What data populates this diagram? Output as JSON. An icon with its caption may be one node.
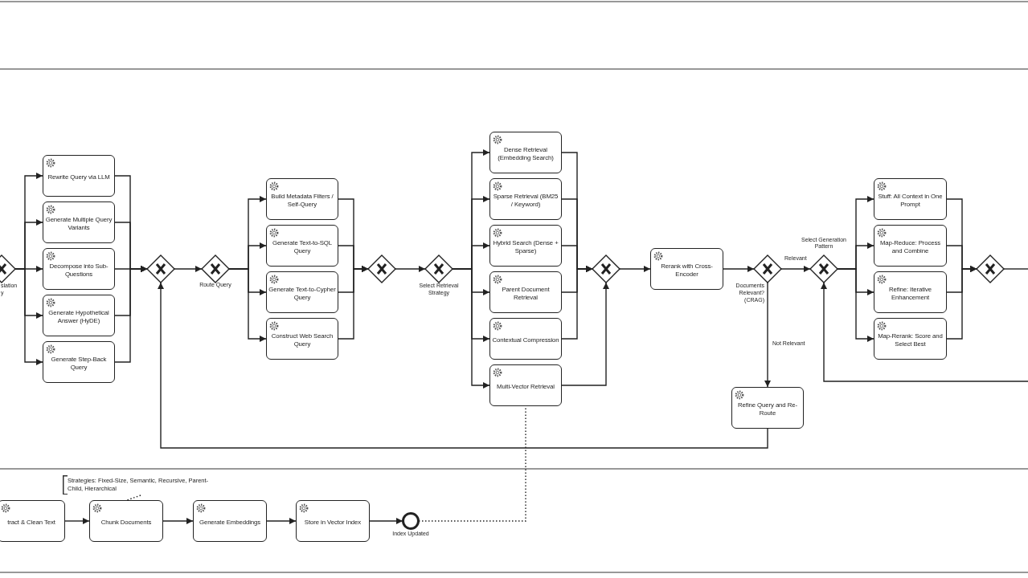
{
  "diagram": {
    "nodes": [
      {
        "text": [],
        "shape": "diamond",
        "beside": [
          "slation y"
        ]
      },
      {
        "text": [
          "Rewrite Query via LLM"
        ]
      },
      {
        "text": [
          "Generate Multiple Query Variants"
        ]
      },
      {
        "text": [
          "Decompose into Sub-Questions"
        ]
      },
      {
        "text": [
          "Generate Hypothetical Answer (HyDE)"
        ]
      },
      {
        "text": [
          "Generate Step-Back Query"
        ]
      },
      {
        "text": [],
        "shape": "diamond"
      },
      {
        "text": [],
        "shape": "diamond",
        "beside": [
          "Route Query"
        ]
      },
      {
        "text": [
          "Build Metadata Filters / Self-Query"
        ]
      },
      {
        "text": [
          "Generate Text-to-SQL Query"
        ]
      },
      {
        "text": [
          "Generate Text-to-Cypher Query"
        ]
      },
      {
        "text": [
          "Construct Web Search Query"
        ]
      },
      {
        "text": [],
        "shape": "diamond"
      },
      {
        "text": [],
        "shape": "diamond",
        "beside": [
          "Select Retrieval Strategy"
        ]
      },
      {
        "text": [
          "Dense Retrieval (Embedding Search)"
        ]
      },
      {
        "text": [
          "Sparse Retrieval (BM25 / Keyword)"
        ]
      },
      {
        "text": [
          "Hybrid Search (Dense + Sparse)"
        ]
      },
      {
        "text": [
          "Parent Document Retrieval"
        ]
      },
      {
        "text": [
          "Contextual Compression"
        ]
      },
      {
        "text": [
          "Multi-Vector Retrieval"
        ]
      },
      {
        "text": [],
        "shape": "diamond"
      },
      {
        "text": [
          "Rerank with Cross-Encoder"
        ]
      },
      {
        "text": [],
        "shape": "diamond",
        "beside": [
          "Documents Relevant? (CRAG)"
        ]
      },
      {
        "text": [
          "Refine Query and Re-Route"
        ]
      },
      {
        "text": [],
        "shape": "diamond",
        "beside": [
          "Select Generation Pattern"
        ]
      },
      {
        "text": [
          "Stuff: All Context in One Prompt"
        ]
      },
      {
        "text": [
          "Map-Reduce: Process and Combine"
        ]
      },
      {
        "text": [
          "Refine: Iterative Enhancement"
        ]
      },
      {
        "text": [
          "Map-Rerank: Score and Select Best"
        ]
      },
      {
        "text": [],
        "shape": "diamond"
      },
      {
        "text": [
          "tract & Clean Text"
        ]
      },
      {
        "text": [
          "Chunk Documents"
        ]
      },
      {
        "text": [
          "Generate Embeddings"
        ]
      },
      {
        "text": [
          "Store in Vector Index"
        ]
      },
      {
        "text": [],
        "shape": "circle",
        "beside": [
          "Index Updated"
        ]
      },
      {
        "text": [
          "Strategies: Fixed-Size, Semantic, Recursive, Parent-Child, Hierarchical"
        ]
      }
    ],
    "edges": [
      {
        "from": 0,
        "to": 1,
        "arrow": "to"
      },
      {
        "from": 0,
        "to": 2,
        "arrow": "to"
      },
      {
        "from": 0,
        "to": 3,
        "arrow": "to"
      },
      {
        "from": 0,
        "to": 4,
        "arrow": "to"
      },
      {
        "from": 0,
        "to": 5,
        "arrow": "to"
      },
      {
        "from": 1,
        "to": 6,
        "arrow": "to"
      },
      {
        "from": 2,
        "to": 6,
        "arrow": "to"
      },
      {
        "from": 3,
        "to": 6,
        "arrow": "to"
      },
      {
        "from": 4,
        "to": 6,
        "arrow": "to"
      },
      {
        "from": 5,
        "to": 6,
        "arrow": "to"
      },
      {
        "from": 6,
        "to": 7,
        "arrow": "to"
      },
      {
        "from": 7,
        "to": 8,
        "arrow": "to"
      },
      {
        "from": 7,
        "to": 9,
        "arrow": "to"
      },
      {
        "from": 7,
        "to": 10,
        "arrow": "to"
      },
      {
        "from": 7,
        "to": 11,
        "arrow": "to"
      },
      {
        "from": 8,
        "to": 12,
        "arrow": "to"
      },
      {
        "from": 9,
        "to": 12,
        "arrow": "to"
      },
      {
        "from": 10,
        "to": 12,
        "arrow": "to"
      },
      {
        "from": 11,
        "to": 12,
        "arrow": "to"
      },
      {
        "from": 12,
        "to": 13,
        "arrow": "to"
      },
      {
        "from": 13,
        "to": 14,
        "arrow": "to"
      },
      {
        "from": 13,
        "to": 15,
        "arrow": "to"
      },
      {
        "from": 13,
        "to": 16,
        "arrow": "to"
      },
      {
        "from": 13,
        "to": 17,
        "arrow": "to"
      },
      {
        "from": 13,
        "to": 18,
        "arrow": "to"
      },
      {
        "from": 13,
        "to": 19,
        "arrow": "to"
      },
      {
        "from": 14,
        "to": 20,
        "arrow": "to"
      },
      {
        "from": 15,
        "to": 20,
        "arrow": "to"
      },
      {
        "from": 16,
        "to": 20,
        "arrow": "to"
      },
      {
        "from": 17,
        "to": 20,
        "arrow": "to"
      },
      {
        "from": 18,
        "to": 20,
        "arrow": "to"
      },
      {
        "from": 19,
        "to": 20,
        "arrow": "to"
      },
      {
        "from": 20,
        "to": 21,
        "arrow": "to"
      },
      {
        "from": 21,
        "to": 22,
        "arrow": "to"
      },
      {
        "from": 22,
        "to": 24,
        "arrow": "to",
        "label": "Relevant"
      },
      {
        "from": 22,
        "to": 23,
        "arrow": "to",
        "label": "Not Relevant"
      },
      {
        "from": 23,
        "to": 6,
        "arrow": "to"
      },
      {
        "from": 24,
        "to": 25,
        "arrow": "to"
      },
      {
        "from": 24,
        "to": 26,
        "arrow": "to"
      },
      {
        "from": 24,
        "to": 27,
        "arrow": "to"
      },
      {
        "from": 24,
        "to": 28,
        "arrow": "to"
      },
      {
        "from": 25,
        "to": 29,
        "arrow": "to"
      },
      {
        "from": 26,
        "to": 29,
        "arrow": "to"
      },
      {
        "from": 27,
        "to": 29,
        "arrow": "to"
      },
      {
        "from": 28,
        "to": 29,
        "arrow": "to"
      },
      {
        "from": 29,
        "to": null,
        "arrow": "none"
      },
      {
        "from": null,
        "to": 24,
        "arrow": "to"
      },
      {
        "from": 30,
        "to": 31,
        "arrow": "to"
      },
      {
        "from": 31,
        "to": 32,
        "arrow": "to"
      },
      {
        "from": 32,
        "to": 33,
        "arrow": "to"
      },
      {
        "from": 33,
        "to": 34,
        "arrow": "to"
      },
      {
        "from": 34,
        "to": 19,
        "arrow": "none",
        "style": "dashed"
      },
      {
        "from": 35,
        "to": 31,
        "arrow": "none",
        "style": "dashed"
      }
    ]
  }
}
